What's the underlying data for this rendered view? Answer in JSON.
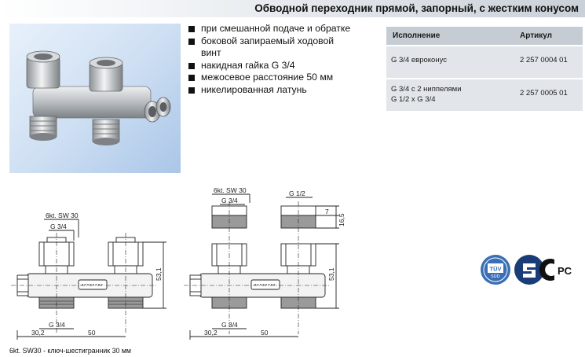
{
  "header": {
    "title": "Обводной переходник прямой, запорный, с жестким конусом"
  },
  "features": [
    "при смешанной подаче и обратке",
    "боковой запираемый ходовой",
    "винт",
    "накидная гайка G 3/4",
    "межосевое расстояние 50 мм",
    "никелированная латунь"
  ],
  "spec_table": {
    "headers": {
      "variant": "Исполнение",
      "article": "Артикул"
    },
    "rows": [
      {
        "variant_line1": "G 3/4 евроконус",
        "variant_line2": "",
        "article": "2 257 0004 01"
      },
      {
        "variant_line1": "G 3/4 с 2 ниппелями",
        "variant_line2": "G 1/2 x G 3/4",
        "article": "2 257 0005 01"
      }
    ]
  },
  "drawing_left": {
    "sw_label": "6kt. SW 30",
    "thread_top": "G 3/4",
    "thread_bottom": "G 3/4",
    "height": "53,1",
    "dim_side": "30,2",
    "dim_center": "50"
  },
  "drawing_right": {
    "sw_label": "6kt. SW 30",
    "thread_top": "G 3/4",
    "nipple_thread": "G 1/2",
    "dim_7": "7",
    "dim_16_5": "16,5",
    "thread_bottom": "G 3/4",
    "height": "53,1",
    "dim_side": "30,2",
    "dim_center": "50"
  },
  "footnote": "6kt. SW30 - ключ-шестигранник 30 мм",
  "certifications": [
    {
      "name": "tuv-mark",
      "text1": "TÜV",
      "text2": "SÜD"
    },
    {
      "name": "sertification-mark"
    },
    {
      "name": "pct-mark",
      "text": "PC"
    }
  ],
  "colors": {
    "title_gradient_end": "#c9d0d8",
    "table_header": "#c5ccd3",
    "table_row": "#e2e6ea",
    "photo_bg": "#cfe0f3",
    "tuv_blue": "#3a6fb5"
  }
}
